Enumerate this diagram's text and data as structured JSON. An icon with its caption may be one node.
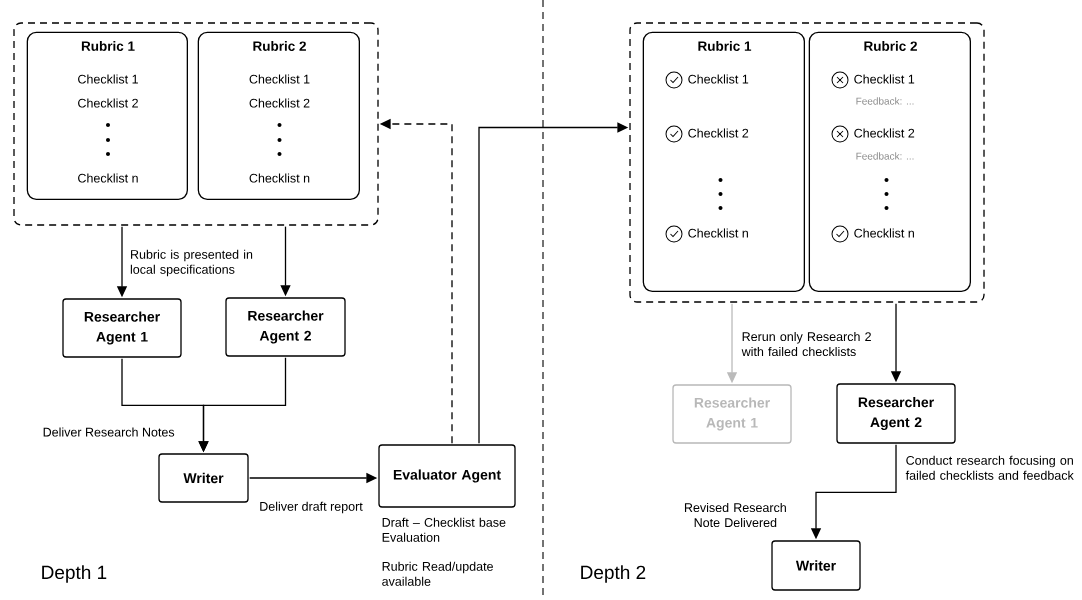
{
  "diagram": {
    "nodes": [
      {
        "text": [],
        "shape": "box"
      },
      {
        "text": [
          "Rubric 1",
          "Checklist 1",
          "Checklist 2",
          "Checklist n"
        ],
        "in": 0
      },
      {
        "text": [
          "Rubric 2",
          "Checklist 1",
          "Checklist 2",
          "Checklist n"
        ],
        "in": 0
      },
      {
        "text": [
          "Researcher Agent 1"
        ]
      },
      {
        "text": [
          "Researcher Agent 2"
        ]
      },
      {
        "text": [
          "Writer"
        ]
      },
      {
        "text": [
          "Evaluator Agent"
        ],
        "beside": [
          "Draft – Checklist base Evaluation",
          "Rubric Read/update available"
        ]
      },
      {
        "text": [],
        "shape": "box"
      },
      {
        "text": [
          "Rubric 1",
          "Checklist 1",
          "Checklist 2",
          "Checklist n"
        ],
        "in": 7
      },
      {
        "text": [
          "Rubric 2",
          "Checklist 1",
          "Feedback: ...",
          "Checklist 2",
          "Feedback: ...",
          "Checklist n"
        ],
        "in": 7
      },
      {
        "text": [
          "Researcher Agent 1"
        ]
      },
      {
        "text": [
          "Researcher Agent 2"
        ]
      },
      {
        "text": [
          "Writer"
        ]
      }
    ],
    "edges": [
      {
        "from": 0,
        "to": 3,
        "arrow": "to"
      },
      {
        "from": 0,
        "to": 4,
        "arrow": "to"
      },
      {
        "from": 3,
        "to": 5,
        "arrow": "to",
        "label": "Deliver Research Notes"
      },
      {
        "from": 4,
        "to": 5,
        "arrow": "to"
      },
      {
        "from": 5,
        "to": 6,
        "arrow": "to",
        "label": "Deliver draft report"
      },
      {
        "from": 6,
        "to": 0,
        "arrow": "to",
        "style": "dashed"
      },
      {
        "from": 6,
        "to": 7,
        "arrow": "to"
      },
      {
        "from": 7,
        "to": 10,
        "arrow": "to",
        "color": "#bbbbbb"
      },
      {
        "from": 7,
        "to": 11,
        "arrow": "to"
      },
      {
        "from": 11,
        "to": 12,
        "arrow": "to",
        "label": "Conduct research focusing on failed checklists and feedback"
      }
    ],
    "labels": [
      "Rubric is presented in local specifications",
      "Rerun only Research 2 with failed checklists",
      "Revised Research Note Delivered",
      "Depth 1",
      "Depth 2"
    ]
  }
}
